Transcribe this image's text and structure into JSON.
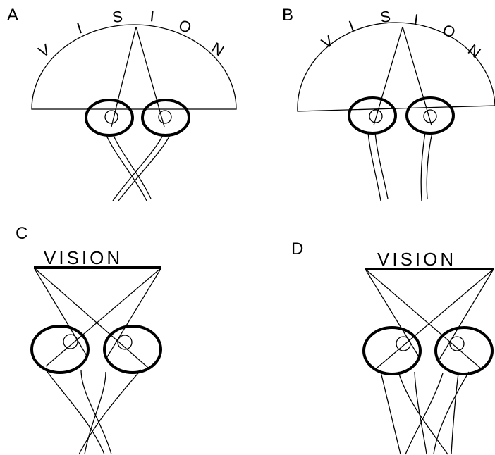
{
  "panels": {
    "a": {
      "label": "A",
      "word": [
        "V",
        "I",
        "S",
        "I",
        "O",
        "N"
      ]
    },
    "b": {
      "label": "B",
      "word": [
        "V",
        "I",
        "S",
        "I",
        "O",
        "N"
      ]
    },
    "c": {
      "label": "C",
      "word": "VISION"
    },
    "d": {
      "label": "D",
      "word": "VISION"
    }
  },
  "colors": {
    "ink": "#000000",
    "background": "#ffffff"
  }
}
